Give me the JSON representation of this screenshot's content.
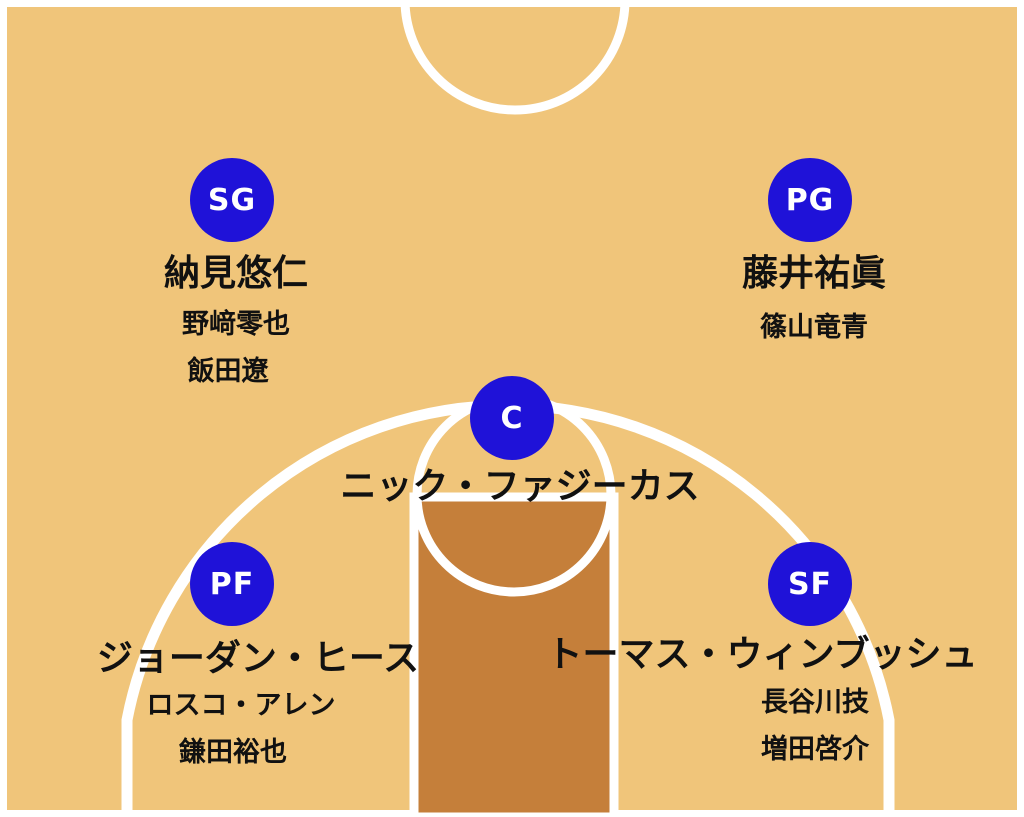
{
  "colors": {
    "court": "#f0c57a",
    "paint": "#c57f3a",
    "line": "#ffffff",
    "badge": "#1f12d8"
  },
  "players": {
    "sg": {
      "position": "SG",
      "starter": "納見悠仁",
      "backups": [
        "野﨑零也",
        "飯田遼"
      ]
    },
    "pg": {
      "position": "PG",
      "starter": "藤井祐眞",
      "backups": [
        "篠山竜青"
      ]
    },
    "c": {
      "position": "C",
      "starter": "ニック・ファジーカス",
      "backups": []
    },
    "pf": {
      "position": "PF",
      "starter": "ジョーダン・ヒース",
      "backups": [
        "ロスコ・アレン",
        "鎌田裕也"
      ]
    },
    "sf": {
      "position": "SF",
      "starter": "トーマス・ウィンブッシュ",
      "backups": [
        "長谷川技",
        "増田啓介"
      ]
    }
  }
}
